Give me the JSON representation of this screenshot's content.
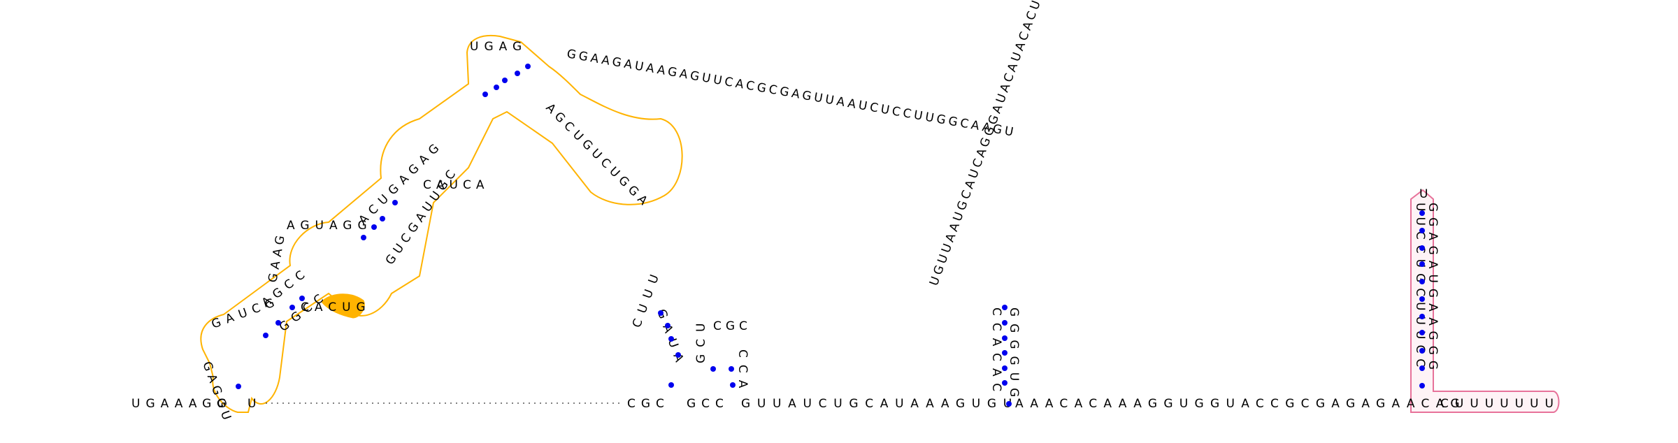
{
  "linear_prefix": "UGAAAGG",
  "linear_after_hairpin": "U",
  "linear_mid": "CGC",
  "linear_mid2": "GCC",
  "linear_tail": "GUUAUCUGCAUAAAGUGU",
  "linear_tail2": "AAACACAAAGGUGGUACCGCGAGAGAACAG",
  "linear_end": "CUUUUUUU",
  "domains": [
    {
      "name": "complex-domain",
      "color": "#FFB300"
    },
    {
      "name": "terminator-domain",
      "color": "#E7729A"
    }
  ],
  "left_domain": {
    "hp1_5prime": "GAUCG",
    "hp1_3prime": "GAGGU",
    "stem_upper": "AGCC",
    "stem_lower": "GGCC",
    "loop_AGUAG": "AGUAGG",
    "loop_arc": "GAAG",
    "side_CAC": "CACUG",
    "ACUC": "ACUGAGAG",
    "apex": "UGAG",
    "stem_right": "GUCGAUUGC",
    "arc_right": "AGCUGUCUGGA",
    "inner_CAUC": "CAUCA"
  },
  "big_loop": "GGAAGAUAAGAGUUCACGCGAGUUAAUCUCCUUGGCAAGU",
  "middle_hairpin": {
    "stem_5prime": "CCACAC",
    "stem_3prime": "GGGGUG",
    "loop": "UGUUAAUGCAUCAGGGAUACAUACACU"
  },
  "small_hairpins": {
    "hp_a_5": "CUUU",
    "hp_a_3": "GAUA",
    "hp_b_5": "GCU",
    "hp_b_3": "CCA",
    "loop_b": "CGC"
  },
  "terminator": {
    "stem_5prime": "UUCCUGCUUUCC",
    "stem_3prime": "GGAGAUGAAGGG",
    "apex": "U"
  }
}
